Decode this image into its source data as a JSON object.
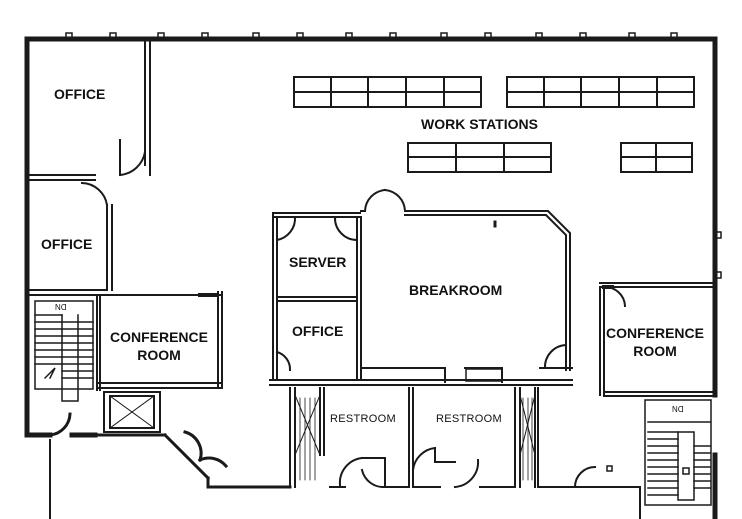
{
  "rooms": {
    "office_top": "OFFICE",
    "office_left": "OFFICE",
    "conference_left_line1": "CONFERENCE",
    "conference_left_line2": "ROOM",
    "work_stations": "WORK STATIONS",
    "server": "SERVER",
    "office_center": "OFFICE",
    "breakroom": "BREAKROOM",
    "conference_right_line1": "CONFERENCE",
    "conference_right_line2": "ROOM",
    "restroom_left": "RESTROOM",
    "restroom_right": "RESTROOM"
  },
  "stairs": {
    "left_label": "DN",
    "right_label": "DN"
  },
  "colors": {
    "wall": "#1a1a1a",
    "background": "#ffffff"
  }
}
